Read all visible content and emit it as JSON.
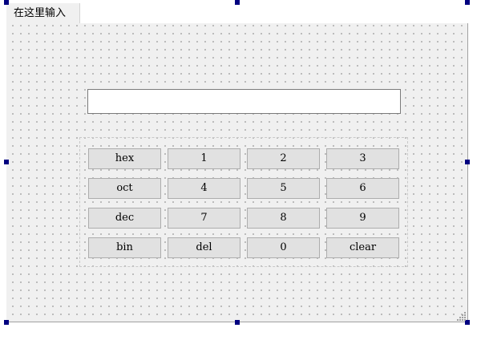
{
  "menu": {
    "type_here": "在这里输入"
  },
  "display": {
    "value": ""
  },
  "keypad": {
    "rows": [
      [
        "hex",
        "1",
        "2",
        "3"
      ],
      [
        "oct",
        "4",
        "5",
        "6"
      ],
      [
        "dec",
        "7",
        "8",
        "9"
      ],
      [
        "bin",
        "del",
        "0",
        "clear"
      ]
    ]
  },
  "colors": {
    "canvas": "#f0f0f0",
    "grid_dot": "#8c8c8c",
    "button_face": "#e1e1e1",
    "button_border": "#adadad",
    "selection_handle": "#000080"
  }
}
